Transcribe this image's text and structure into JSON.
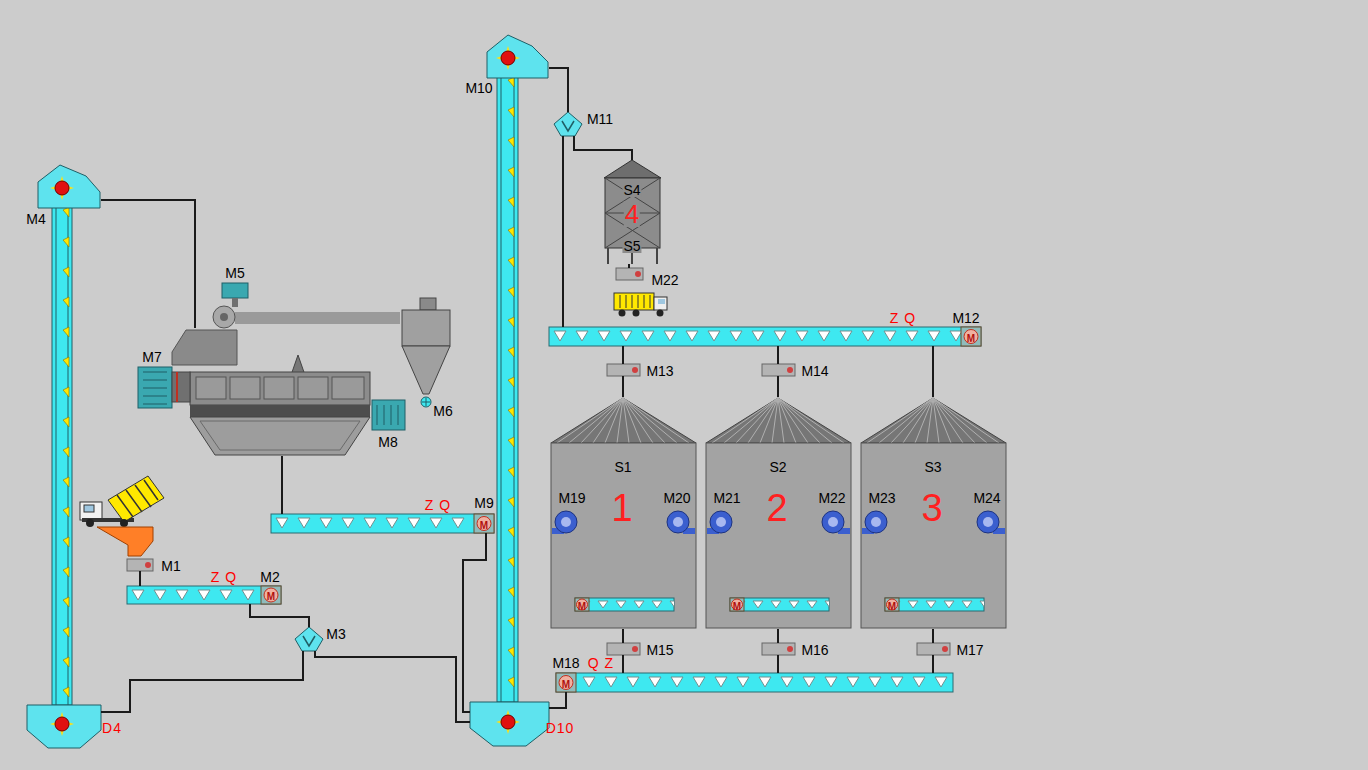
{
  "diagram": {
    "nodes": [
      {
        "text": [
          "M1"
        ]
      },
      {
        "text": [
          "Z Q",
          "M",
          "M2"
        ]
      },
      {
        "text": [
          "M3"
        ]
      },
      {
        "text": [
          "M4",
          "D4"
        ]
      },
      {
        "text": [
          "M5"
        ]
      },
      {
        "text": [
          "M7",
          "M8"
        ]
      },
      {
        "text": [
          "M6"
        ]
      },
      {
        "text": [
          "Z Q",
          "M",
          "M9"
        ]
      },
      {
        "text": [
          "M10",
          "D10"
        ]
      },
      {
        "text": [
          "M11"
        ]
      },
      {
        "text": [
          "S4",
          "4",
          "S5"
        ]
      },
      {
        "text": [
          "M22"
        ]
      },
      {
        "text": [
          "Z Q",
          "M",
          "M12"
        ]
      },
      {
        "text": [
          "M13"
        ]
      },
      {
        "text": [
          "M14"
        ]
      },
      {
        "text": [
          "S1",
          "1",
          "M19",
          "M20",
          "M"
        ]
      },
      {
        "text": [
          "S2",
          "2",
          "M21",
          "M22",
          "M"
        ]
      },
      {
        "text": [
          "S3",
          "3",
          "M23",
          "M24",
          "M"
        ]
      },
      {
        "text": [
          "M15"
        ]
      },
      {
        "text": [
          "M16"
        ]
      },
      {
        "text": [
          "M17"
        ]
      },
      {
        "text": [
          "M18",
          "Q Z",
          "M"
        ]
      }
    ],
    "edges": [
      {
        "from": 0,
        "to": 1,
        "arrow": "none"
      },
      {
        "from": 1,
        "to": 2,
        "arrow": "none"
      },
      {
        "from": 2,
        "to": 3,
        "arrow": "none"
      },
      {
        "from": 2,
        "to": 8,
        "arrow": "none"
      },
      {
        "from": 3,
        "to": 5,
        "arrow": "none"
      },
      {
        "from": 4,
        "to": 6,
        "arrow": "none"
      },
      {
        "from": 5,
        "to": 7,
        "arrow": "none"
      },
      {
        "from": 7,
        "to": 8,
        "arrow": "none"
      },
      {
        "from": 8,
        "to": 9,
        "arrow": "none"
      },
      {
        "from": 9,
        "to": 10,
        "arrow": "none"
      },
      {
        "from": 9,
        "to": 12,
        "arrow": "none"
      },
      {
        "from": 10,
        "to": 11,
        "arrow": "none"
      },
      {
        "from": 12,
        "to": 13,
        "arrow": "none"
      },
      {
        "from": 12,
        "to": 14,
        "arrow": "none"
      },
      {
        "from": 12,
        "to": 17,
        "arrow": "none"
      },
      {
        "from": 13,
        "to": 15,
        "arrow": "none"
      },
      {
        "from": 14,
        "to": 16,
        "arrow": "none"
      },
      {
        "from": 15,
        "to": 18,
        "arrow": "none"
      },
      {
        "from": 16,
        "to": 19,
        "arrow": "none"
      },
      {
        "from": 17,
        "to": 20,
        "arrow": "none"
      },
      {
        "from": 18,
        "to": 21,
        "arrow": "none"
      },
      {
        "from": 19,
        "to": 21,
        "arrow": "none"
      },
      {
        "from": 20,
        "to": 21,
        "arrow": "none"
      },
      {
        "from": 21,
        "to": 8,
        "arrow": "none"
      }
    ]
  }
}
